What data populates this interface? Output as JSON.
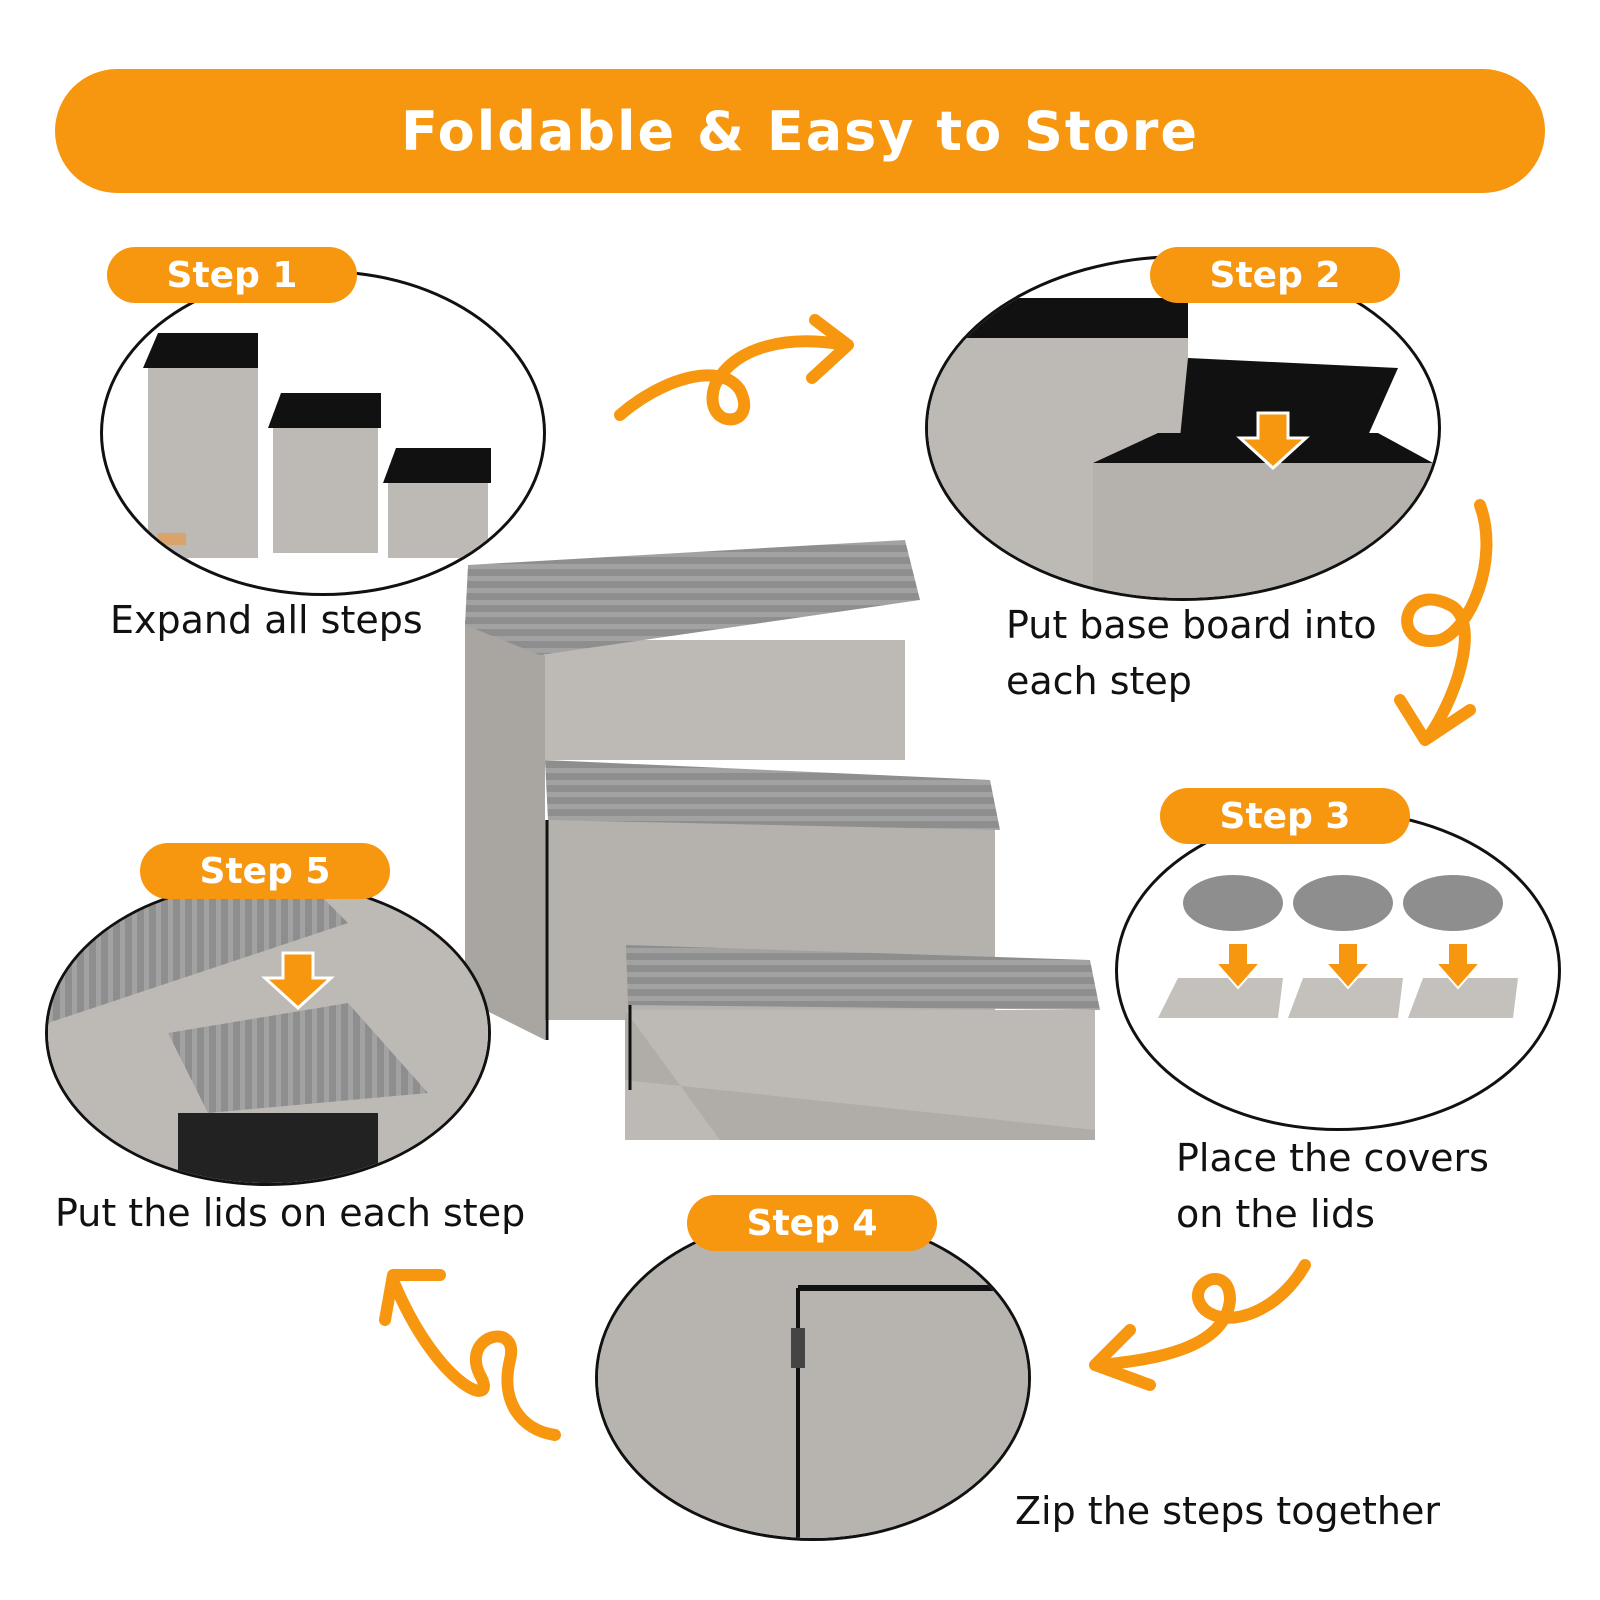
{
  "banner": {
    "title": "Foldable & Easy to Store"
  },
  "steps": [
    {
      "label": "Step 1",
      "caption_lines": [
        "Expand all steps"
      ]
    },
    {
      "label": "Step 2",
      "caption_lines": [
        "Put base board into",
        "each step"
      ]
    },
    {
      "label": "Step 3",
      "caption_lines": [
        "Place the covers",
        "on the lids"
      ]
    },
    {
      "label": "Step 4",
      "caption_lines": [
        "Zip the steps together"
      ]
    },
    {
      "label": "Step 5",
      "caption_lines": [
        "Put the lids on each step"
      ]
    }
  ],
  "colors": {
    "accent": "#F7960F",
    "fabric": "#BDB9B5",
    "fabric_dark": "#A9A5A0",
    "corduroy": "#8E8E8E",
    "board": "#111111",
    "outline": "#111111"
  },
  "icons": [
    "swirl-arrow-icon",
    "down-arrow-icon"
  ]
}
